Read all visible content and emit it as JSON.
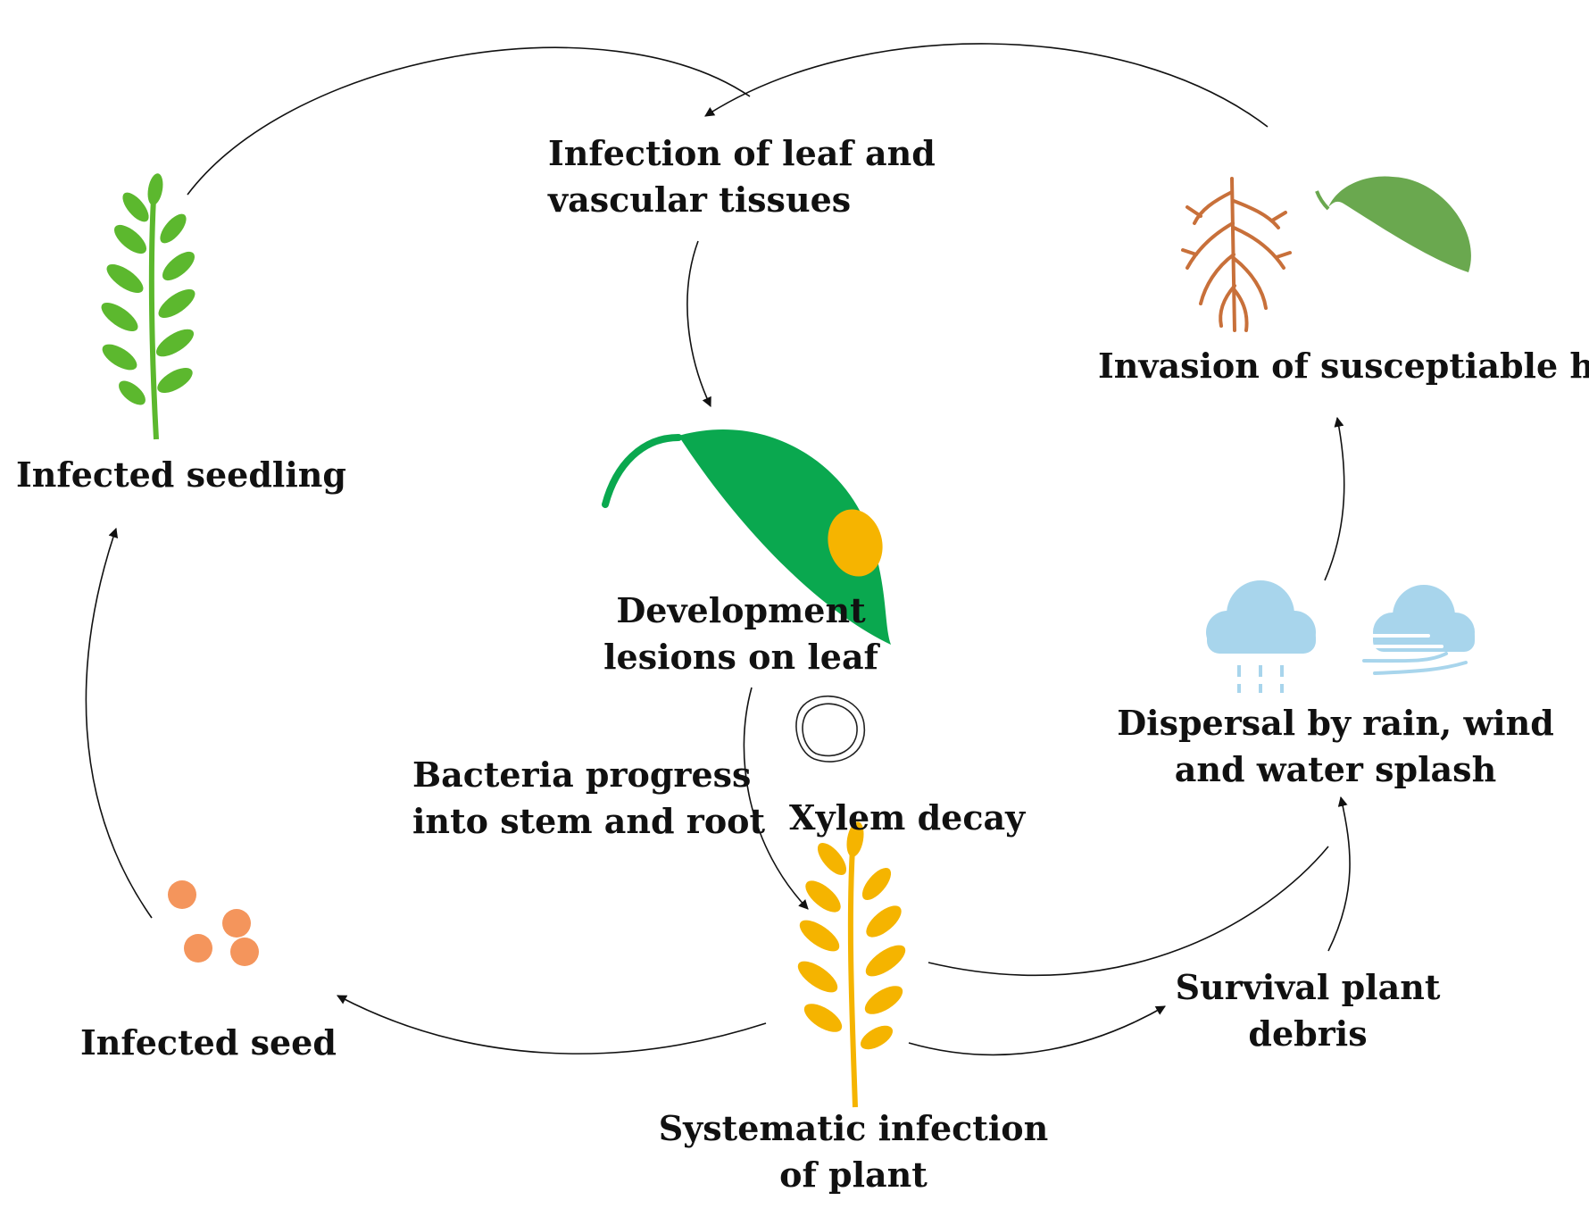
{
  "labels": {
    "infection_leaf": [
      "Infection of leaf and",
      "vascular tissues"
    ],
    "invasion_host": "Invasion of susceptiable host",
    "infected_seedling": "Infected seedling",
    "development_lesions": [
      "Development",
      "lesions on leaf"
    ],
    "bacteria_progress": [
      "Bacteria progress",
      "into stem and root"
    ],
    "xylem_decay": "Xylem decay",
    "dispersal": [
      "Dispersal by rain, wind",
      "and water splash"
    ],
    "infected_seed": "Infected seed",
    "survival_debris": [
      "Survival plant",
      "debris"
    ],
    "systematic_infection": [
      "Systematic infection",
      "of plant"
    ]
  },
  "colors": {
    "seedling_green": "#5cb82e",
    "leaf_green": "#0aa84f",
    "lesion": "#f6b400",
    "plant_yellow": "#f5b400",
    "root_brown": "#c8703a",
    "host_leaf": "#6aa84f",
    "cloud_blue": "#a8d5ec",
    "seed_orange": "#f4955c",
    "arrow": "#111111"
  },
  "icons": [
    "seedling-icon",
    "diseased-leaf-icon",
    "root-icon",
    "host-leaf-icon",
    "rain-cloud-icon",
    "wind-cloud-icon",
    "xylem-cross-section-icon",
    "seeds-icon",
    "infected-plant-icon"
  ]
}
